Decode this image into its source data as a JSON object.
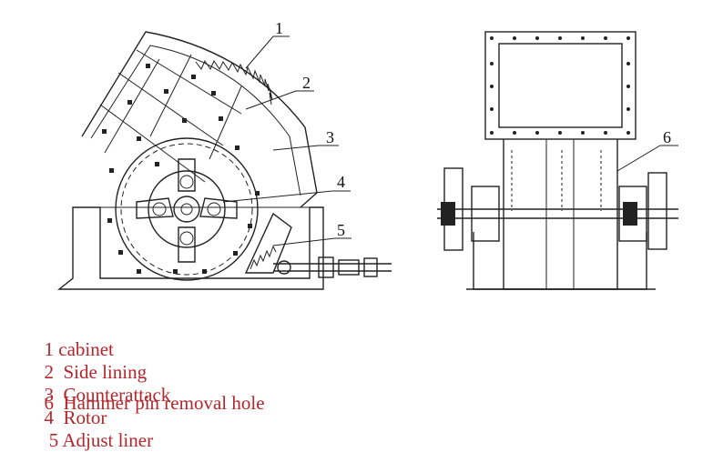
{
  "callouts": [
    "1",
    "2",
    "3",
    "4",
    "5",
    "6"
  ],
  "legend": {
    "line1": [
      {
        "num": "1",
        "name": "cabinet"
      },
      {
        "num": "2",
        "name": "Side lining"
      },
      {
        "num": "3",
        "name": "Counterattack"
      },
      {
        "num": "4",
        "name": "Rotor"
      },
      {
        "num": "5",
        "name": "Adjust liner"
      }
    ],
    "line2": [
      {
        "num": "6",
        "name": "Hammer pin removal hole"
      }
    ]
  },
  "colors": {
    "legend_text": "#b3262c",
    "drawing": "#222222"
  }
}
